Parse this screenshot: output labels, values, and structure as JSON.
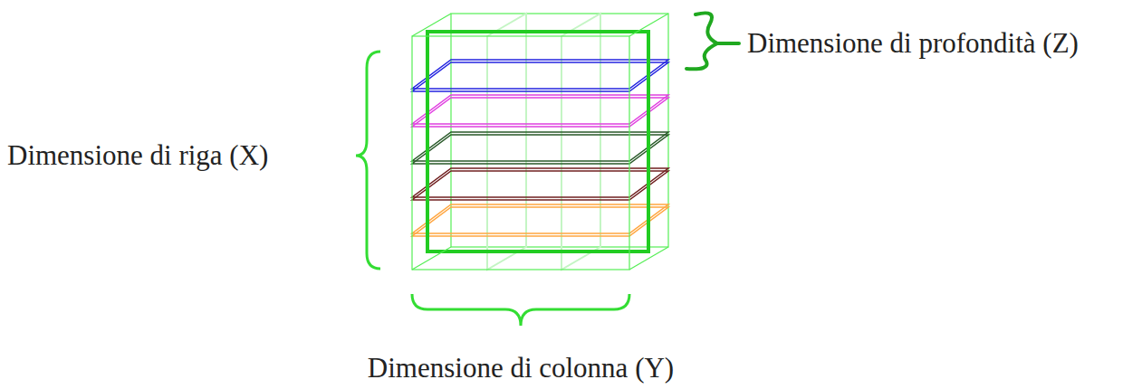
{
  "diagram": {
    "labels": [
      "Dimensione di profondità (Z)",
      "Dimensione di riga (X)",
      "Dimensione di colonna (Y)"
    ]
  }
}
